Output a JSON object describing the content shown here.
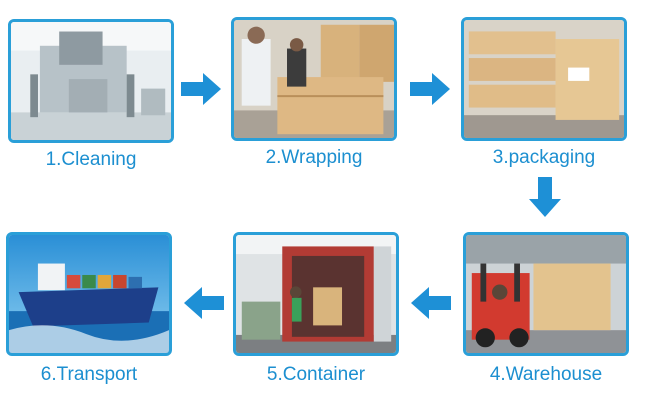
{
  "steps": [
    {
      "label": "1.Cleaning"
    },
    {
      "label": "2.Wrapping"
    },
    {
      "label": "3.packaging"
    },
    {
      "label": "4.Warehouse"
    },
    {
      "label": "5.Container"
    },
    {
      "label": "6.Transport"
    }
  ],
  "colors": {
    "accent": "#2a9fd8",
    "arrow": "#1e90d6",
    "label": "#1c8fd0"
  }
}
